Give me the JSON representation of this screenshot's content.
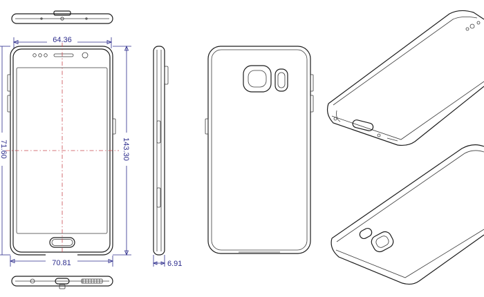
{
  "dimensions": {
    "screen_width": "64.36",
    "body_width": "70.81",
    "height": "143.30",
    "thickness": "6.91",
    "left_cut": "71.60"
  },
  "colors": {
    "line": "#1c1c1c",
    "dimension": "#2c2c8c",
    "centerline": "#c8484e",
    "background": "#ffffff"
  }
}
